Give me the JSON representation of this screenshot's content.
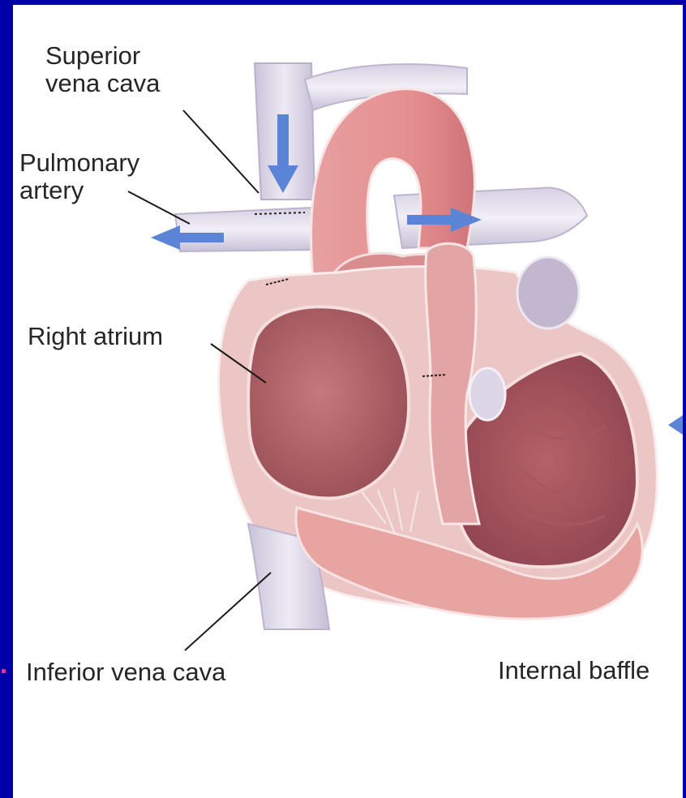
{
  "diagram": {
    "labels": {
      "superior_vena_cava_line1": "Superior",
      "superior_vena_cava_line2": "vena cava",
      "pulmonary_artery_line1": "Pulmonary",
      "pulmonary_artery_line2": "artery",
      "right_atrium": "Right atrium",
      "inferior_vena_cava": "Inferior vena cava",
      "internal_baffle": "Internal baffle"
    },
    "colors": {
      "background": "#0000a8",
      "panel": "#ffffff",
      "myocardium": "#e9a3a0",
      "chamber": "#b8656a",
      "vessel": "#ddd7e8",
      "aorta": "#e48f8f",
      "arrow": "#5b84d6",
      "bullet": "#e4308a"
    }
  }
}
